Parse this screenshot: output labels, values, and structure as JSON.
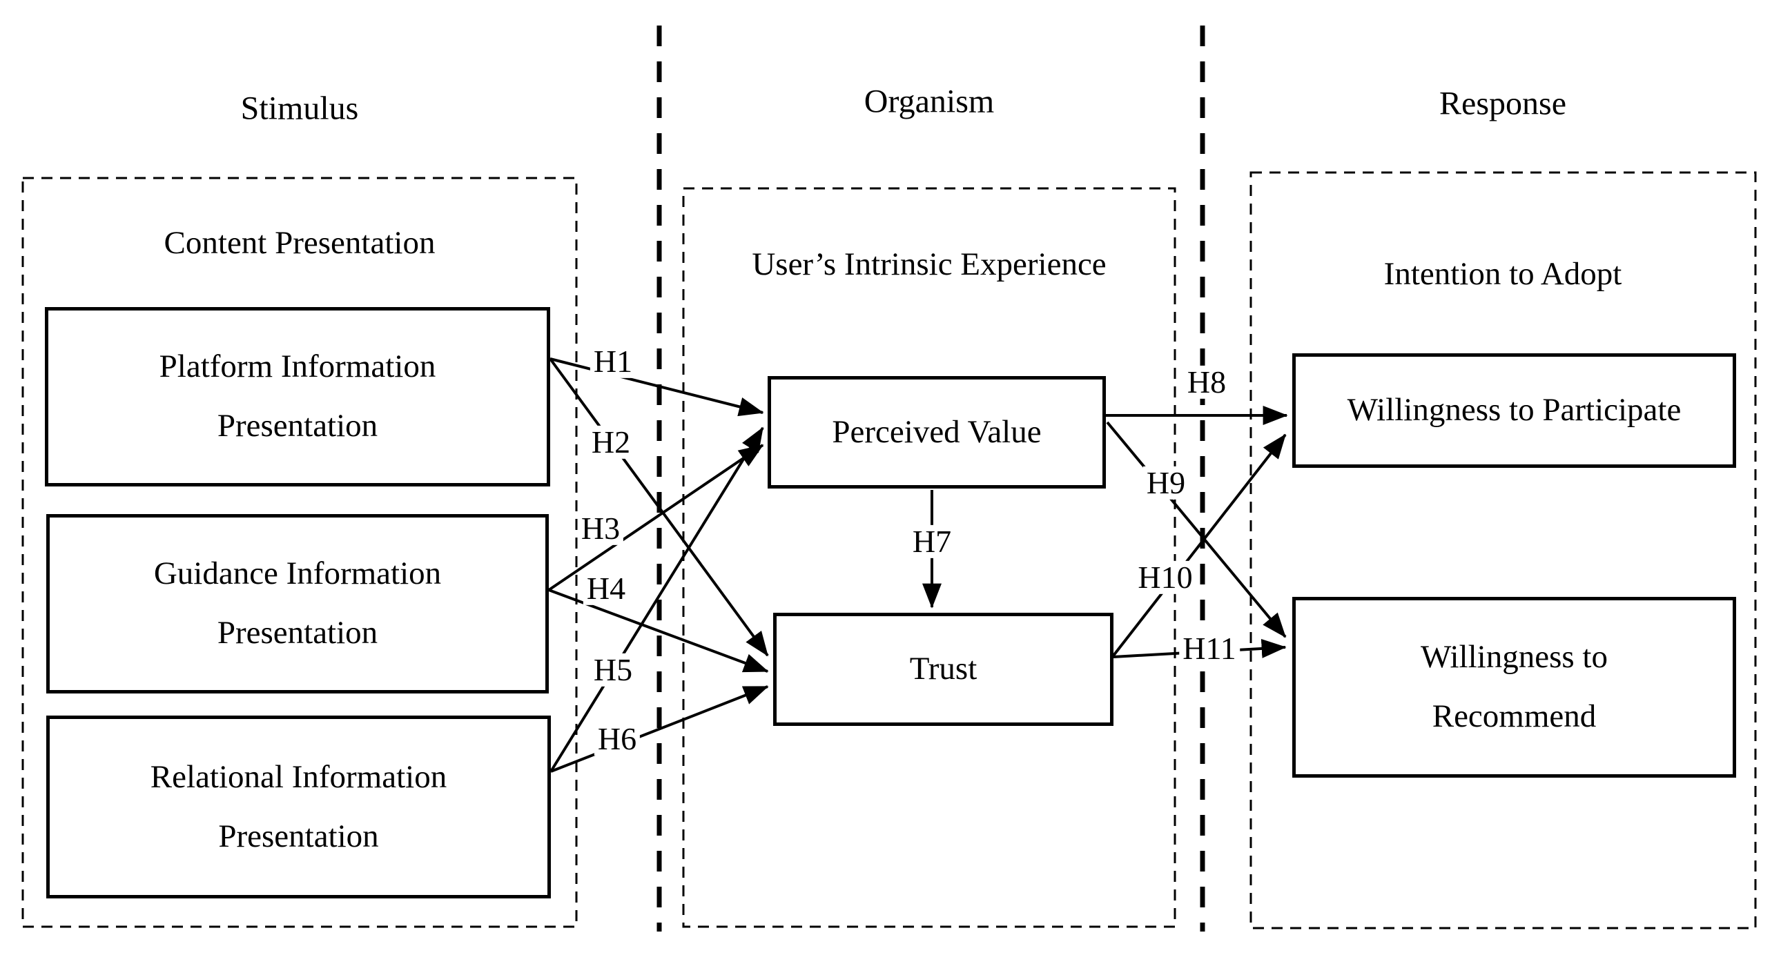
{
  "figure": {
    "type": "sor-research-model",
    "colors": {
      "line": "#000000",
      "background": "#ffffff",
      "text": "#000000"
    },
    "columns": [
      {
        "title": "Stimulus",
        "group": "Content Presentation",
        "boxes": [
          [
            "Platform Information",
            "Presentation"
          ],
          [
            "Guidance Information",
            "Presentation"
          ],
          [
            "Relational Information",
            "Presentation"
          ]
        ]
      },
      {
        "title": "Organism",
        "group": "User’s Intrinsic Experience",
        "boxes": [
          [
            "Perceived Value"
          ],
          [
            "Trust"
          ]
        ]
      },
      {
        "title": "Response",
        "group": "Intention to Adopt",
        "boxes": [
          [
            "Willingness to Participate"
          ],
          [
            "Willingness to",
            "Recommend"
          ]
        ]
      }
    ],
    "hypotheses": [
      {
        "label": "H1",
        "from": "Platform Information Presentation",
        "to": "Perceived Value"
      },
      {
        "label": "H2",
        "from": "Platform Information Presentation",
        "to": "Trust"
      },
      {
        "label": "H3",
        "from": "Guidance Information Presentation",
        "to": "Perceived Value"
      },
      {
        "label": "H4",
        "from": "Guidance Information Presentation",
        "to": "Trust"
      },
      {
        "label": "H5",
        "from": "Relational Information Presentation",
        "to": "Perceived Value"
      },
      {
        "label": "H6",
        "from": "Relational Information Presentation",
        "to": "Trust"
      },
      {
        "label": "H7",
        "from": "Perceived Value",
        "to": "Trust"
      },
      {
        "label": "H8",
        "from": "Perceived Value",
        "to": "Willingness to Participate"
      },
      {
        "label": "H9",
        "from": "Perceived Value",
        "to": "Willingness to Recommend"
      },
      {
        "label": "H10",
        "from": "Trust",
        "to": "Willingness to Participate"
      },
      {
        "label": "H11",
        "from": "Trust",
        "to": "Willingness to Recommend"
      }
    ]
  }
}
